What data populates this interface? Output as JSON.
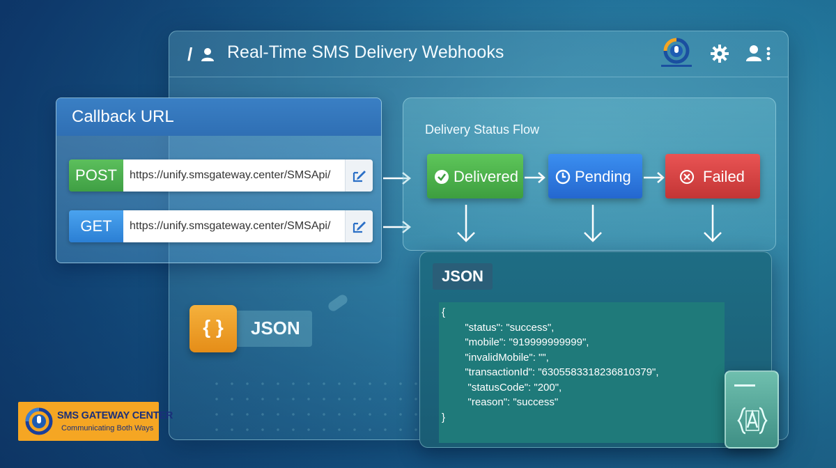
{
  "window": {
    "title": "Real-Time SMS Delivery Webhooks",
    "logo_caption": "SMS GATEWAY CENTER"
  },
  "callback": {
    "title": "Callback URL",
    "rows": [
      {
        "method": "POST",
        "url": "https://unify.smsgateway.center/SMSApi/",
        "method_color": "#4caf50"
      },
      {
        "method": "GET",
        "url": "https://unify.smsgateway.center/SMSApi/",
        "method_color": "#2f86dd"
      }
    ]
  },
  "status_flow": {
    "title": "Delivery Status Flow",
    "steps": [
      {
        "label": "Delivered",
        "icon": "check-circle-icon",
        "color": "#4caf50"
      },
      {
        "label": "Pending",
        "icon": "clock-icon",
        "color": "#2f7de0"
      },
      {
        "label": "Failed",
        "icon": "x-circle-icon",
        "color": "#d94444"
      }
    ]
  },
  "json_panel": {
    "tab_label": "JSON",
    "lines": [
      "{",
      "        \"status\": \"success\",",
      "        \"mobile\": \"919999999999\",",
      "        \"invalidMobile\": \"\",",
      "        \"transactionId\": \"6305583318236810379\",",
      "         \"statusCode\": \"200\",",
      "         \"reason\": \"success\"",
      "}"
    ]
  },
  "json_badge": {
    "icon_text": "{ }",
    "label": "JSON"
  },
  "brand": {
    "name": "SMS GATEWAY CENTER",
    "tagline": "Communicating Both Ways",
    "accent": "#f5a623"
  }
}
